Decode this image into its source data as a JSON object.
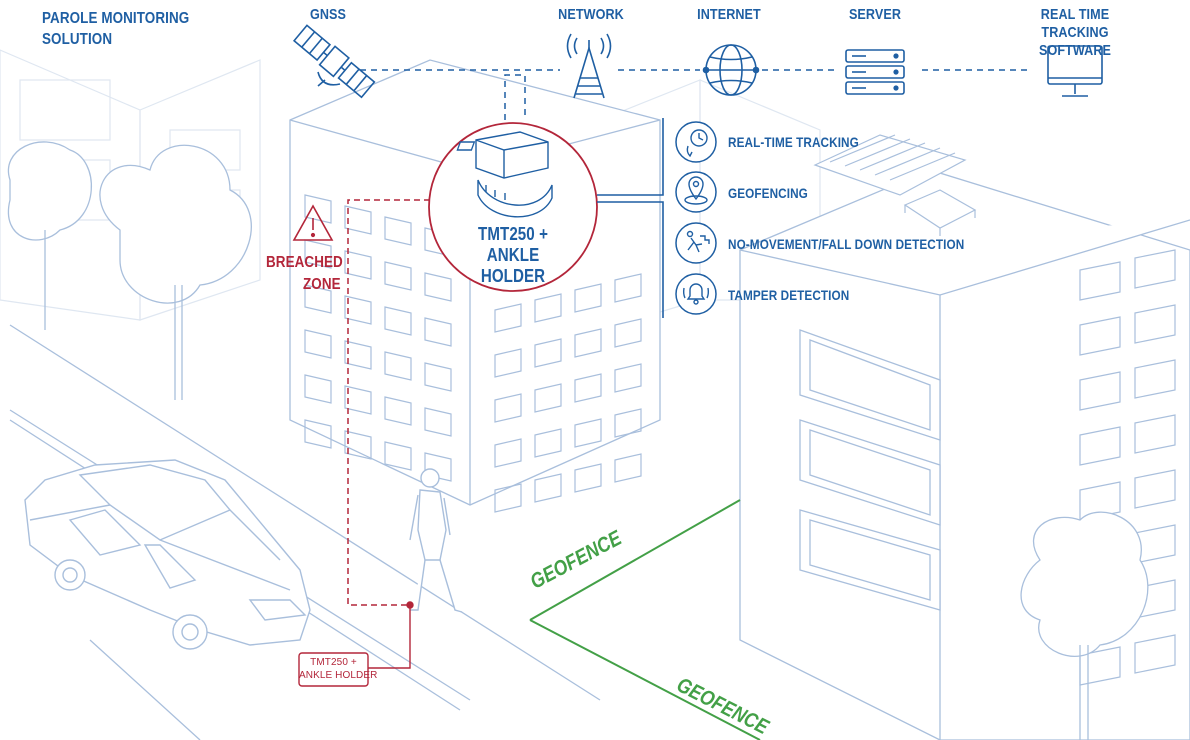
{
  "title": "PAROLE MONITORING SOLUTION",
  "chain": {
    "gnss": "GNSS",
    "network": "NETWORK",
    "internet": "INTERNET",
    "server": "SERVER",
    "software": "REAL TIME TRACKING SOFTWARE"
  },
  "device_label": "TMT250 + ANKLE HOLDER",
  "features": [
    {
      "label": "REAL-TIME TRACKING",
      "icon": "clock-pin-icon"
    },
    {
      "label": "GEOFENCING",
      "icon": "map-pin-icon"
    },
    {
      "label": "NO-MOVEMENT/FALL DOWN DETECTION",
      "icon": "falling-person-icon"
    },
    {
      "label": "TAMPER DETECTION",
      "icon": "alarm-bell-icon"
    }
  ],
  "breach": {
    "line1": "BREACHED",
    "line2": "ZONE"
  },
  "small_tag": {
    "line1": "TMT250 +",
    "line2": "ANKLE HOLDER"
  },
  "geofence_label": "GEOFENCE",
  "colors": {
    "blue": "#1f5fa3",
    "red": "#b3263a",
    "green": "#43a047",
    "line": "#a9bfdc"
  }
}
